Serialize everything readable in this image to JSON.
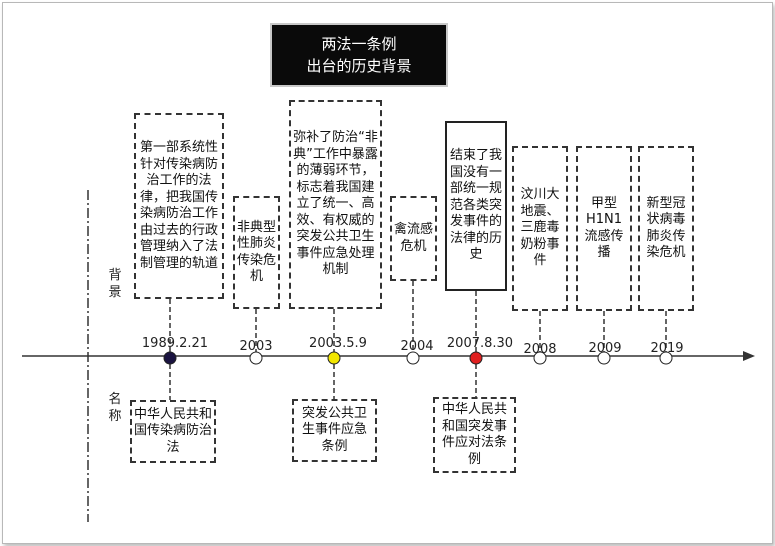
{
  "title": {
    "line1": "两法一条例",
    "line2": "出台的历史背景"
  },
  "axis_labels": {
    "background": "背景",
    "name": "名称"
  },
  "colors": {
    "dot_1989": "#1a1340",
    "dot_2003_5_9": "#f2e600",
    "dot_2007": "#e02020",
    "dot_default": "#ffffff"
  },
  "events": [
    {
      "year": "1989.2.21",
      "background": "第一部系统性针对传染病防治工作的法律，把我国传染病防治工作由过去的行政管理纳入了法制管理的轨道",
      "name": "中华人民共和国传染病防治法"
    },
    {
      "year": "2003",
      "background": "非典型性肺炎传染危机"
    },
    {
      "year": "2003.5.9",
      "background": "弥补了防治“非典”工作中暴露的薄弱环节，标志着我国建立了统一、高效、有权威的突发公共卫生事件应急处理机制",
      "name": "突发公共卫生事件应急条例"
    },
    {
      "year": "2004",
      "background": "禽流感危机"
    },
    {
      "year": "2007.8.30",
      "background": "结束了我国没有一部统一规范各类突发事件的法律的历史",
      "name": "中华人民共和国突发事件应对法条例"
    },
    {
      "year": "2008",
      "background": "汶川大地震、三鹿毒奶粉事件"
    },
    {
      "year": "2009",
      "background": "甲型H1N1流感传播"
    },
    {
      "year": "2019",
      "background": "新型冠状病毒肺炎传染危机"
    }
  ]
}
